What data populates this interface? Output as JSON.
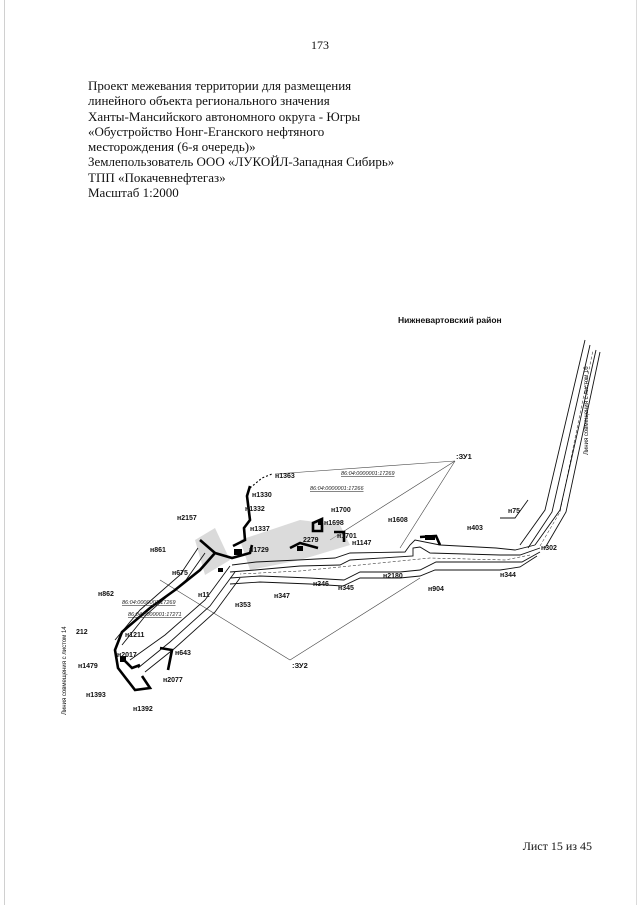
{
  "page_number": "173",
  "header": {
    "lines": [
      "Проект межевания территории для размещения",
      "линейного объекта регионального значения",
      "Ханты-Мансийского автономного округа - Югры",
      "«Обустройство Нонг-Еганского нефтяного",
      "месторождения (6-я очередь)»",
      "Землепользователь ООО «ЛУКОЙЛ-Западная Сибирь»",
      "ТПП «Покачевнефтегаз»",
      "Масштаб 1:2000"
    ]
  },
  "map": {
    "region_label": "Нижневартовский район",
    "side_left": "Линия совмещения с листом 14",
    "side_right": "Линия совмещения с листом 16",
    "zu1": ":ЗУ1",
    "zu2": ":ЗУ2",
    "cadastral": {
      "c1": "86:04:0000001:17269",
      "c2": "86:04:0000001:17266",
      "c3": "86:04:0000001:17269",
      "c4": "86:04:0000001:17271"
    },
    "points": {
      "p1363": "н1363",
      "p1330": "н1330",
      "p1332": "н1332",
      "p2157": "н2157",
      "p1337": "н1337",
      "p1700": "н1700",
      "p1698": "н1698",
      "p1608": "н1608",
      "p403": "н403",
      "p75": "н75",
      "p861": "н861",
      "p1729": "н1729",
      "p2279": "2279",
      "p1701": "н1701",
      "p1147": "н1147",
      "p302": "н302",
      "p675": "н675",
      "p2180": "н2180",
      "p344": "н344",
      "p346": "н346",
      "p345": "н345",
      "p904": "н904",
      "p347": "н347",
      "p353": "н353",
      "p862": "н862",
      "p11": "н11",
      "p212": "212",
      "p1211": "н1211",
      "p2017": "н2017",
      "p1479": "н1479",
      "p643": "н643",
      "p2077": "н2077",
      "p1393": "н1393",
      "p1392": "н1392"
    }
  },
  "footer": {
    "sheet": "Лист 15 из 45"
  }
}
